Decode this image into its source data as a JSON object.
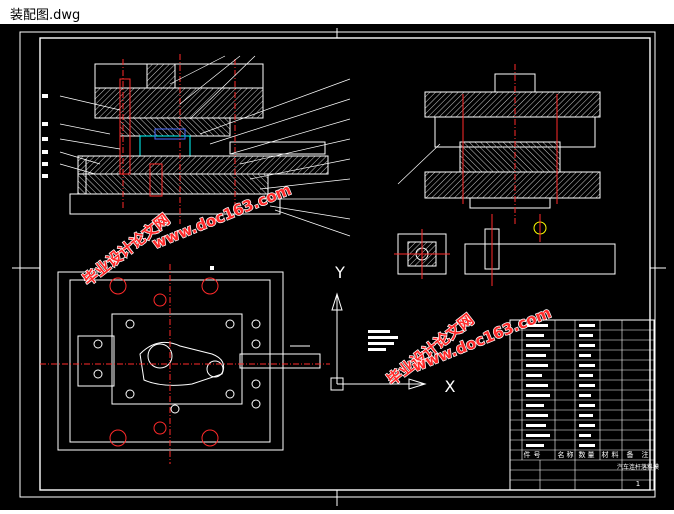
{
  "window": {
    "title": "装配图.dwg"
  },
  "drawing": {
    "axis_y_label": "Y",
    "axis_x_label": "X",
    "title_block": {
      "header_cols": [
        "件",
        "号",
        "名",
        "称",
        "数",
        "量",
        "材",
        "料",
        "备",
        "注"
      ],
      "drawing_name": "汽车连杆落料模",
      "sheet_number": "1"
    }
  },
  "watermarks": [
    {
      "text": "毕业设计论文网"
    },
    {
      "text": "www.doc163.com"
    },
    {
      "text": "毕业设计论文网"
    },
    {
      "text": "www.doc163.com"
    }
  ],
  "colors": {
    "line": "#ffffff",
    "accent_red": "#ff2a2a",
    "hatch": "#c8c8c8",
    "cyan": "#00ffff",
    "yellow": "#ffff00",
    "blue": "#4a6cff"
  }
}
